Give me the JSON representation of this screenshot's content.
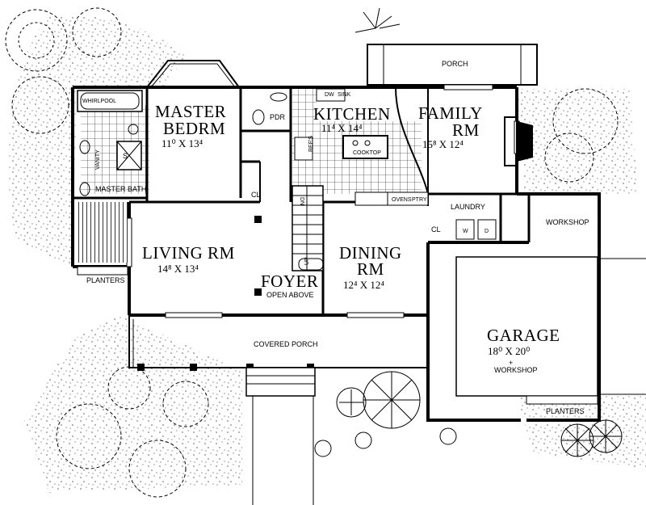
{
  "rooms": {
    "porch_back": "PORCH",
    "whirlpool": "WHIRLPOOL",
    "master_bedrm": [
      "MASTER",
      "BEDRM"
    ],
    "master_bedrm_dim": "11⁰ X 13⁴",
    "pdr": "PDR",
    "kitchen": "KITCHEN",
    "kitchen_dim": "11⁴ X 14⁴",
    "family_rm": [
      "FAMILY",
      "RM"
    ],
    "family_rm_dim": "15⁸ X 12⁴",
    "master_bath": "MASTER BATH",
    "vanity": "VANITY",
    "shower": "S",
    "dw": "DW",
    "sink": "SINK",
    "refs": "REF'S",
    "cooktop": "COOKTOP",
    "ovens": "OVENS",
    "ptry": "PTRY",
    "laundry": "LAUNDRY",
    "washer": "W",
    "dryer": "D",
    "cl_kitchen": "CL",
    "cl_laundry": "CL",
    "workshop_top": "WORKSHOP",
    "living_rm": "LIVING  RM",
    "living_rm_dim": "14⁸ X 13⁴",
    "dining_rm": [
      "DINING",
      "RM"
    ],
    "dining_rm_dim": "12⁴ X 12⁴",
    "foyer": "FOYER",
    "open_above": "OPEN ABOVE",
    "dn": "DN",
    "up": "UP",
    "planters_left": "PLANTERS",
    "planters_right": "PLANTERS",
    "covered_porch": "COVERED PORCH",
    "garage": "GARAGE",
    "garage_dim": "18⁰ X 20⁰",
    "plus": "+",
    "workshop_garage": "WORKSHOP"
  }
}
